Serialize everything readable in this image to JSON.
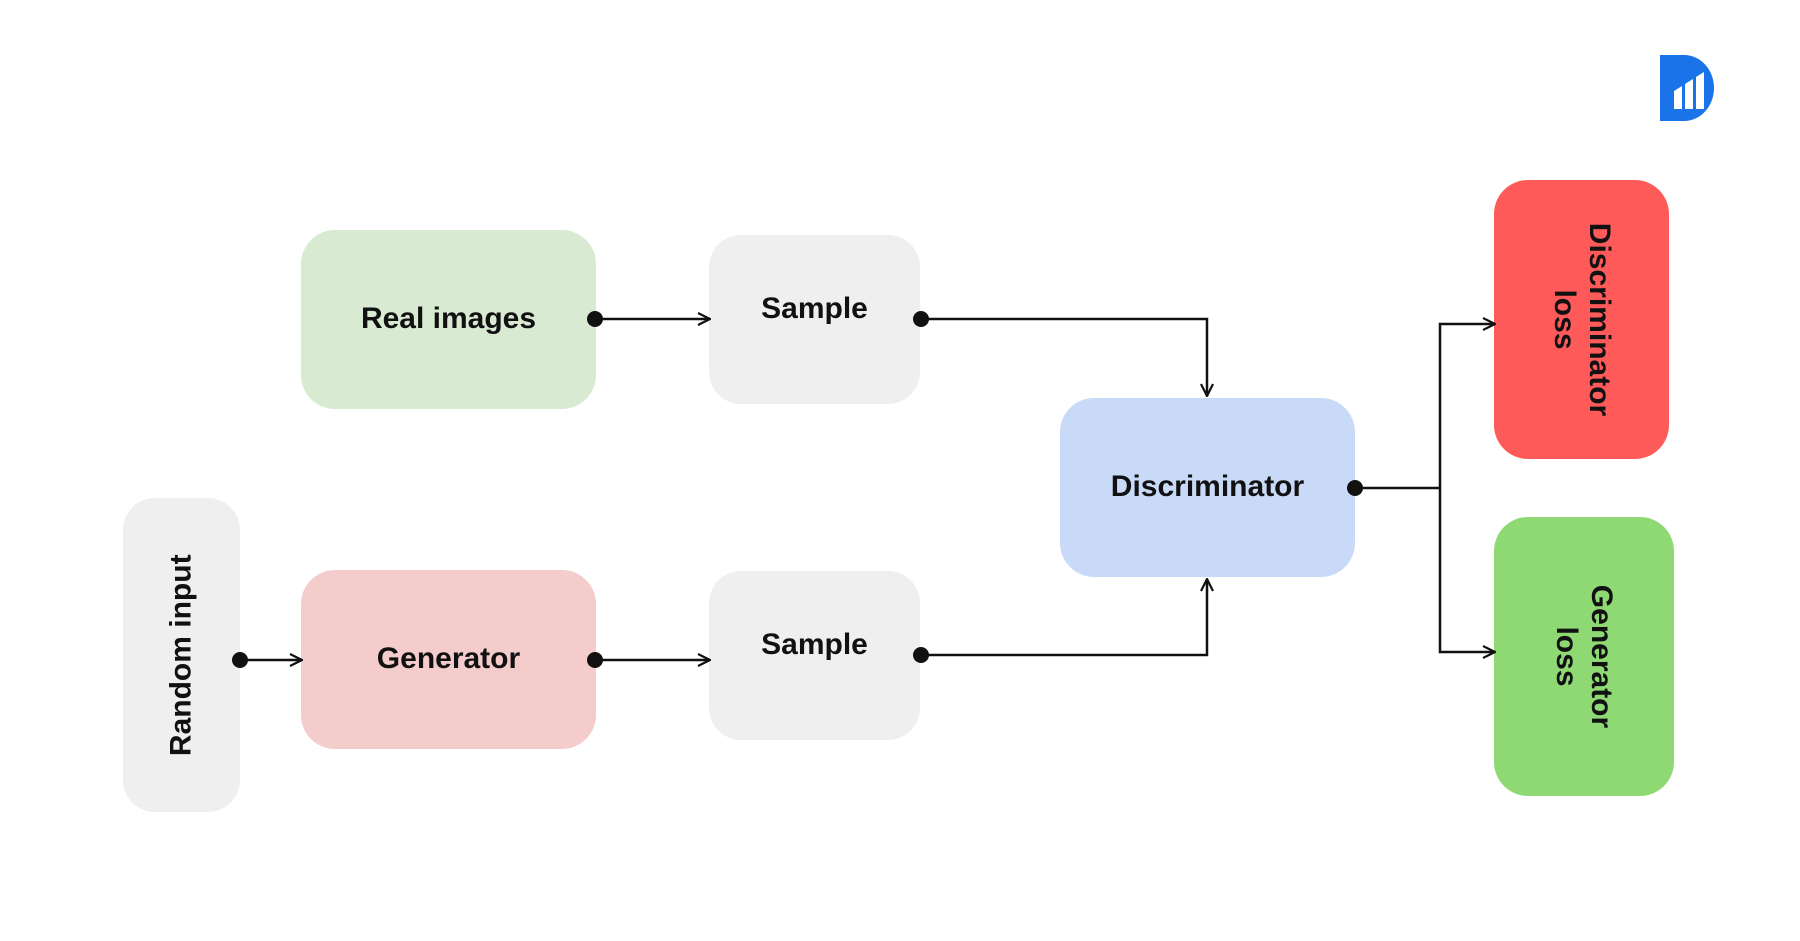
{
  "nodes": {
    "real_images": {
      "label": "Real images",
      "color": "#d9ead3"
    },
    "sample_top": {
      "label": "Sample",
      "color": "#efefef"
    },
    "random_input": {
      "label": "Random input",
      "color": "#efefef"
    },
    "generator": {
      "label": "Generator",
      "color": "#f4cccc"
    },
    "sample_bottom": {
      "label": "Sample",
      "color": "#efefef"
    },
    "discriminator": {
      "label": "Discriminator",
      "color": "#c9daf8"
    },
    "discriminator_loss": {
      "label": "Discriminator\nloss",
      "color": "#ff5a5a"
    },
    "generator_loss": {
      "label": "Generator\nloss",
      "color": "#8fd974"
    }
  },
  "edges": [
    {
      "from": "real_images",
      "to": "sample_top"
    },
    {
      "from": "sample_top",
      "to": "discriminator"
    },
    {
      "from": "random_input",
      "to": "generator"
    },
    {
      "from": "generator",
      "to": "sample_bottom"
    },
    {
      "from": "sample_bottom",
      "to": "discriminator"
    },
    {
      "from": "discriminator",
      "to": "discriminator_loss"
    },
    {
      "from": "discriminator",
      "to": "generator_loss"
    }
  ],
  "logo": {
    "icon": "bar-chart-logo-icon",
    "color": "#1a73e8"
  }
}
